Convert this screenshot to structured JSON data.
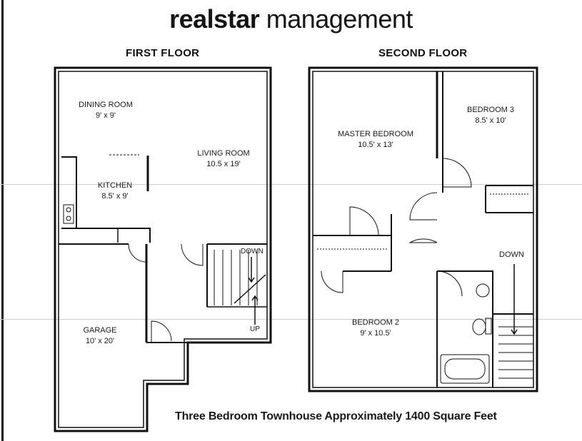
{
  "title": {
    "brand": "realstar",
    "rest": " management"
  },
  "floors": {
    "first": {
      "label": "FIRST FLOOR",
      "rooms": {
        "dining": {
          "name": "DINING ROOM",
          "size": "9' x 9'"
        },
        "living": {
          "name": "LIVING ROOM",
          "size": "10.5 x 19'"
        },
        "kitchen": {
          "name": "KITCHEN",
          "size": "8.5' x 9'"
        },
        "garage": {
          "name": "GARAGE",
          "size": "10' x 20'"
        }
      },
      "stair_down": "DOWN",
      "stair_up": "UP"
    },
    "second": {
      "label": "SECOND FLOOR",
      "rooms": {
        "master": {
          "name": "MASTER BEDROOM",
          "size": "10.5' x 13'"
        },
        "bedroom3": {
          "name": "BEDROOM 3",
          "size": "8.5' x 10'"
        },
        "bedroom2": {
          "name": "BEDROOM 2",
          "size": "9' x 10.5'"
        }
      },
      "stair_down": "DOWN"
    }
  },
  "caption": "Three Bedroom Townhouse Approximately 1400 Square Feet"
}
